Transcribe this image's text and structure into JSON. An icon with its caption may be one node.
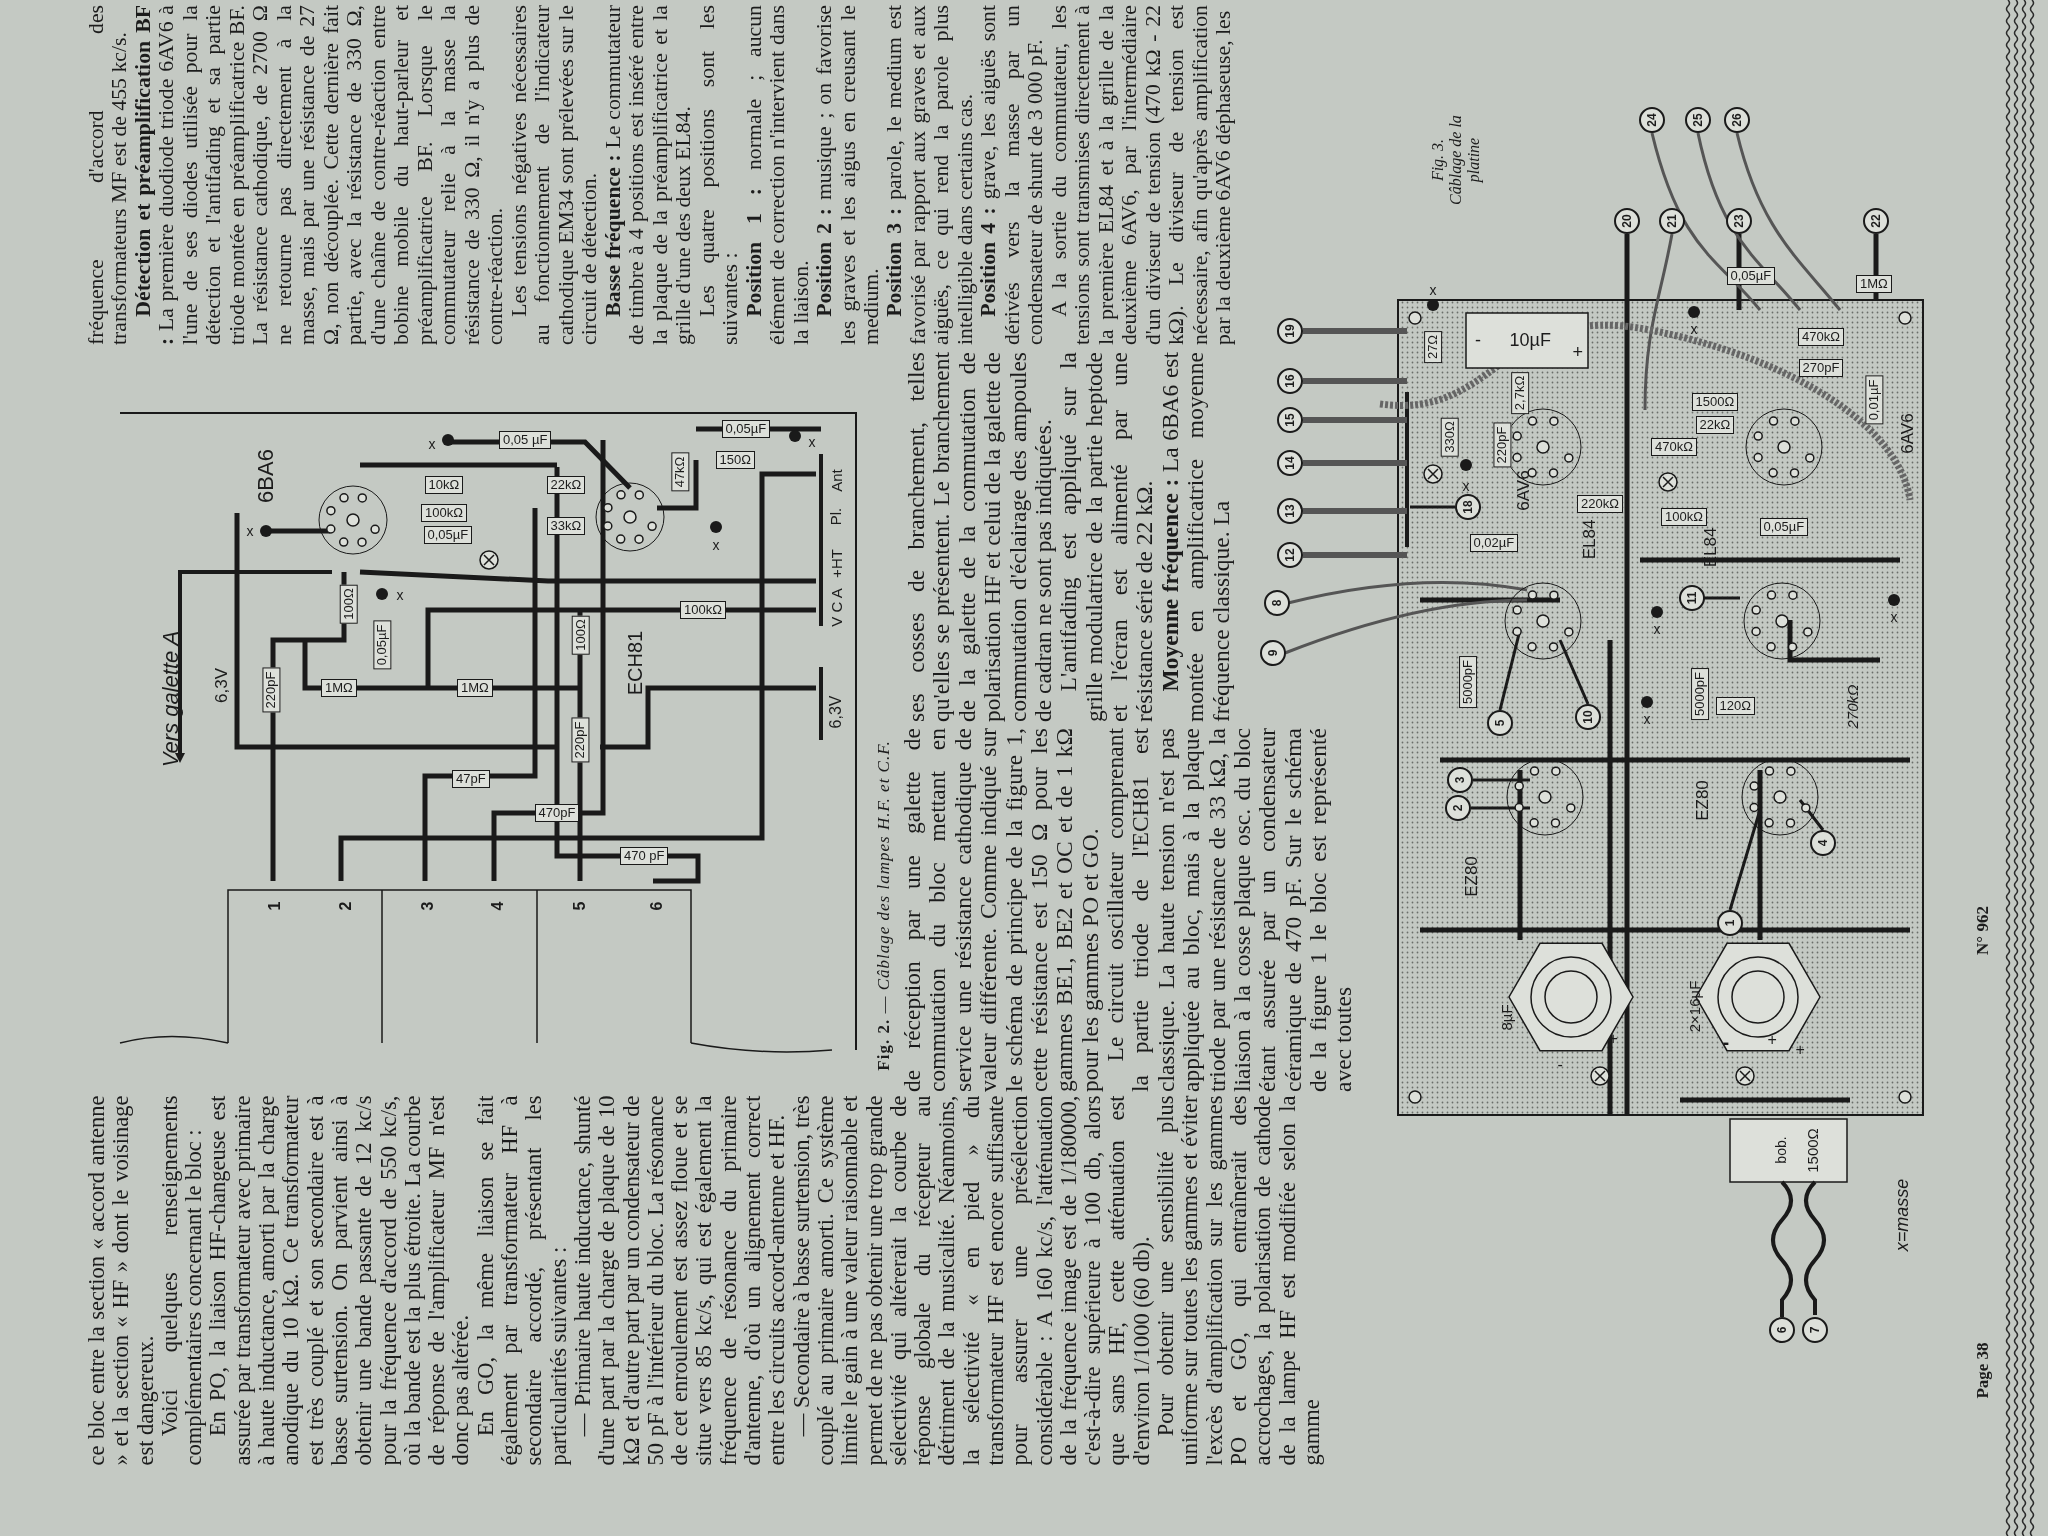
{
  "diagram": {
    "labels": [
      "ce bloc entre la section « accord antenne » et la section « HF » dont le voisinage est dangereux.",
      "Voici quelques renseignements complémentaires concernant le bloc :",
      "En PO, la liaison HF-changeuse est assurée par transformateur avec primaire à haute inductance, amorti par la charge anodique du 10 kΩ. Ce transformateur est très couplé et son secondaire est à basse surtension. On parvient ainsi à obtenir une bande passante de 12 kc/s pour la fréquence d'accord de 550 kc/s, où la bande est la plus étroite. La courbe de réponse de l'amplificateur MF n'est donc pas altérée.",
      "En GO, la même liaison se fait également par transformateur HF à secondaire accordé, présentant les particularités suivantes :",
      "— Primaire haute inductance, shunté d'une part par la charge de plaque de 10 kΩ et d'autre part par un condensateur de 50 pF à l'intérieur du bloc. La résonance de cet enroulement est assez floue et se situe vers 85 kc/s, qui est également la fréquence de résonance du primaire d'antenne, d'où un alignement correct entre les circuits accord-antenne et HF.",
      "— Secondaire à basse surtension, très couplé au primaire amorti. Ce système limite le gain à une valeur raisonnable et permet de ne pas obtenir une trop grande sélectivité qui altérerait la courbe de réponse globale du récepteur au détriment de la musicalité. Néanmoins, la sélectivité « en pied » du transformateur HF est encore suffisante pour assurer une présélection considérable : A 160 kc/s, l'atténuation de la fréquence image est de 1/180000, c'est-à-dire supérieure à 100 db, alors que sans HF, cette atténuation est d'environ 1/1000 (60 db).",
      "Pour obtenir une sensibilité plus uniforme sur toutes les gammes et éviter l'excès d'amplification sur les gammes PO et GO, qui entraînerait des accrochages, la polarisation de cathode de la lampe HF est modifiée selon la gamme",
      "6BA6",
      "x",
      "Vers galette A",
      "6,3V",
      "220pF",
      "100Ω",
      "0,05µF",
      "x",
      "1MΩ",
      "1MΩ",
      "10kΩ",
      "100kΩ",
      "0,05µF",
      "0,05 µF",
      "x",
      "22kΩ",
      "33kΩ",
      "47kΩ",
      "150Ω",
      "0,05µF",
      "x",
      "x",
      "ECH81",
      "100Ω",
      "100kΩ",
      "220pF",
      "47pF",
      "470pF",
      "470 pF",
      "1",
      "2",
      "3",
      "4",
      "5",
      "6",
      "Ant",
      "Pl.",
      "+HT",
      "V C A",
      "6,3V",
      "**Fig. 2.** — *Câblage des lampes H.F. et C.F.*",
      "de réception par une galette de commutation du bloc mettant en service une résistance cathodique de valeur différente. Comme indiqué sur le schéma de principe de la figure 1, cette résistance est 150 Ω pour les gammes BE1, BE2 et OC et de 1 kΩ pour les gammes PO et GO.",
      "Le circuit oscillateur comprenant la partie triode de l'ECH81 est classique. La haute tension n'est pas appliquée au bloc, mais à la plaque triode par une résistance de 33 kΩ, la liaison à la cosse plaque osc. du bloc étant assurée par un condensateur céramique de 470 pF. Sur le schéma de la figure 1 le bloc est représenté avec toutes",
      "ses cosses de branchement, telles qu'elles se présentent. Le branchement de la galette de la commutation de polarisation HF et celui de la galette de commutation d'éclairage des ampoules de cadran ne sont pas indiquées.",
      "L'antifading est appliqué sur la grille modulatrice de la partie heptode et l'écran est alimenté par une résistance série de 22 kΩ.",
      "**Moyenne fréquence :** La 6BA6 est montée en amplificatrice moyenne fréquence classique. La",
      "fréquence d'accord des transformateurs MF est de 455 kc/s.",
      "**Détection et préamplification BF :** La première duodiode triode 6AV6 à l'une de ses diodes utilisée pour la détection et l'antifading et sa partie triode montée en préamplificatrice BF. La résistance cathodique, de 2700 Ω ne retourne pas directement à la masse, mais par une résistance de 27 Ω, non découplée. Cette dernière fait partie, avec la résistance de 330 Ω, d'une chaîne de contre-réaction entre bobine mobile du haut-parleur et préamplificatrice BF. Lorsque le commutateur relie à la masse la résistance de 330 Ω, il n'y a plus de contre-réaction.",
      "Les tensions négatives nécessaires au fonctionnement de l'indicateur cathodique EM34 sont prélevées sur le circuit de détection.",
      "**Basse fréquence :** Le commutateur de timbre à 4 positions est inséré entre la plaque de la préamplificatrice et la grille d'une des deux EL84.",
      "Les quatre positions sont les suivantes :",
      "**Position 1 :** normale ; aucun élément de correction n'intervient dans la liaison.",
      "**Position 2 :** musique ; on favorise les graves et les aigus en creusant le medium.",
      "**Position 3 :** parole, le medium est favorisé par rapport aux graves et aux aiguës, ce qui rend la parole plus intelligible dans certains cas.",
      "**Position 4 :** grave, les aiguës sont dérivés vers la masse par un condensateur de shunt de 3 000 pF.",
      "A la sortie du commutateur, les tensions sont transmises directement à la première EL84 et à la grille de la deuxième 6AV6, par l'intermédiaire d'un diviseur de tension (470 kΩ - 22 kΩ). Le diviseur de tension est nécessaire, afin qu'après amplification par la deuxième 6AV6 déphaseuse, les",
      "Fig. 3. Câblage de la platine",
      "24",
      "25",
      "26",
      "20",
      "21",
      "23",
      "22",
      "19",
      "16",
      "15",
      "14",
      "13",
      "12",
      "8",
      "9",
      "18",
      "11",
      "5",
      "10",
      "3",
      "2",
      "1",
      "4",
      "6",
      "7",
      "x",
      "27Ω",
      "10µF",
      "-",
      "+",
      "330Ω",
      "2,7kΩ",
      "220pF",
      "x",
      "6AV6",
      "0,02µF",
      "EL84",
      "220kΩ",
      "0,05µF",
      "x",
      "1MΩ",
      "470kΩ",
      "270pF",
      "1500Ω",
      "22kΩ",
      "470kΩ",
      "0,01µF",
      "6AV6",
      "100kΩ",
      "0,05µF",
      "EL84",
      "x",
      "x",
      "5000pF",
      "5000pF",
      "120Ω",
      "x",
      "270kΩ",
      "EZ80",
      "EZ80",
      "8µF",
      "-",
      "+",
      "2×16µF",
      "-",
      "+",
      "+",
      "1500Ω",
      "bob.",
      "x=masse",
      "Page 38",
      "N° 962"
    ]
  }
}
